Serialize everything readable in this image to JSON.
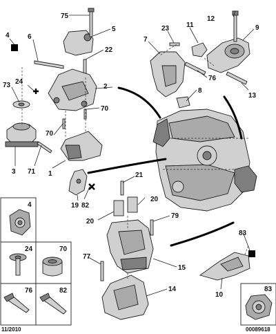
{
  "callouts": {
    "c1": "1",
    "c2": "2",
    "c3": "3",
    "c4": "4",
    "c5": "5",
    "c6": "6",
    "c7": "7",
    "c8": "8",
    "c9": "9",
    "c10": "10",
    "c11": "11",
    "c12": "12",
    "c13": "13",
    "c14": "14",
    "c15": "15",
    "c19": "19",
    "c20a": "20",
    "c20b": "20",
    "c21": "21",
    "c22": "22",
    "c23": "23",
    "c24": "24",
    "c70a": "70",
    "c70b": "70",
    "c71": "71",
    "c73": "73",
    "c75": "75",
    "c76": "76",
    "c77": "77",
    "c79": "79",
    "c82": "82",
    "c83": "83"
  },
  "detail_boxes": {
    "b4": "4",
    "b24": "24",
    "b70": "70",
    "b76": "76",
    "b82": "82",
    "b83": "83"
  },
  "footer": {
    "date": "11/2010",
    "ref": "00089618"
  }
}
